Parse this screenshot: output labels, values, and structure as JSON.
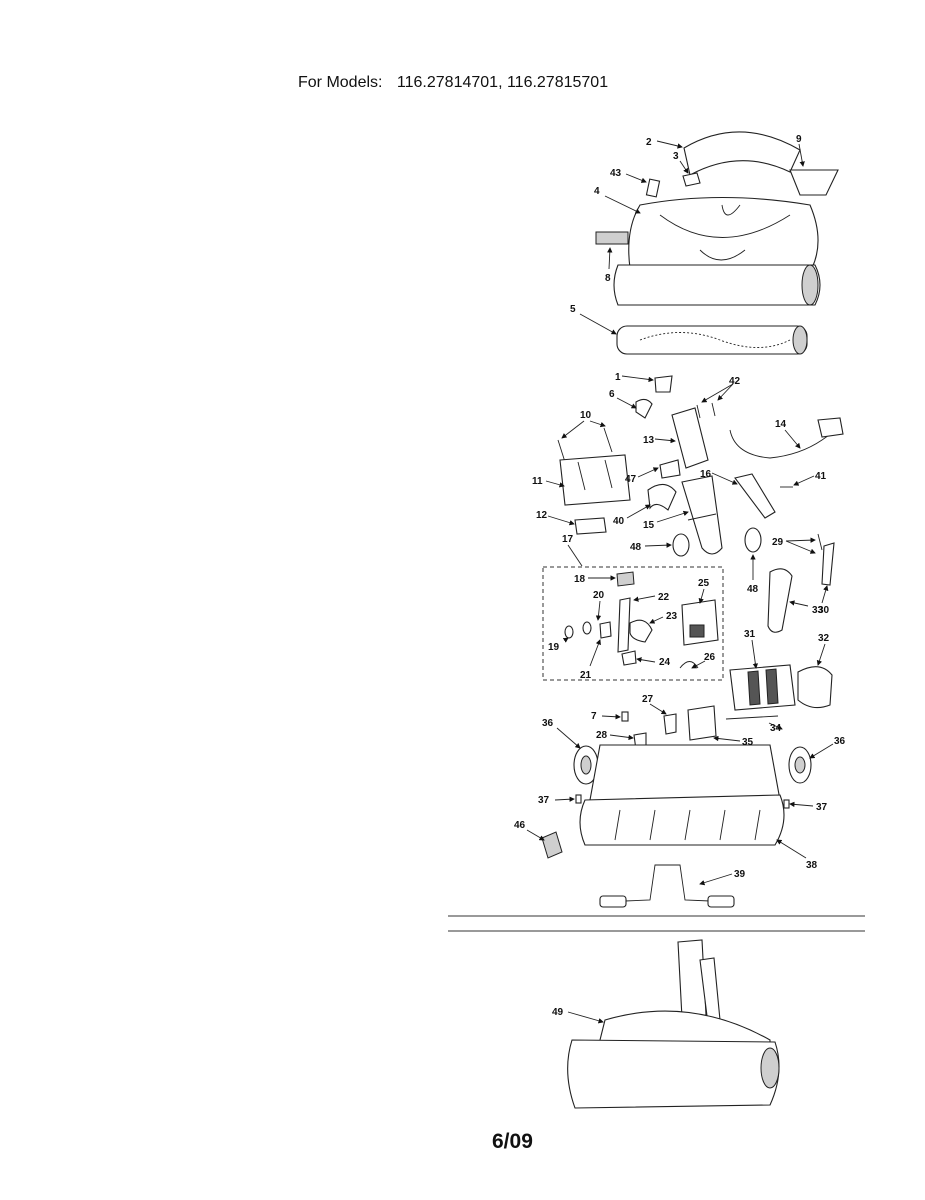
{
  "header": {
    "label": "For Models:",
    "models": "116.27814701, 116.27815701"
  },
  "page_number": "6/09",
  "callouts": {
    "c1": "1",
    "c2": "2",
    "c3": "3",
    "c4": "4",
    "c5": "5",
    "c6": "6",
    "c7": "7",
    "c8": "8",
    "c9": "9",
    "c10": "10",
    "c11": "11",
    "c12": "12",
    "c13": "13",
    "c14": "14",
    "c15": "15",
    "c16": "16",
    "c17": "17",
    "c18": "18",
    "c19": "19",
    "c20": "20",
    "c21": "21",
    "c22": "22",
    "c23": "23",
    "c24": "24",
    "c25": "25",
    "c26": "26",
    "c27": "27",
    "c28": "28",
    "c29": "29",
    "c30": "30",
    "c31": "31",
    "c32": "32",
    "c33": "33",
    "c34": "34",
    "c35": "35",
    "c36": "36",
    "c37": "37",
    "c38": "38",
    "c39": "39",
    "c40": "40",
    "c41": "41",
    "c42": "42",
    "c43": "43",
    "c46": "46",
    "c47": "47",
    "c48": "48",
    "c49": "49"
  }
}
